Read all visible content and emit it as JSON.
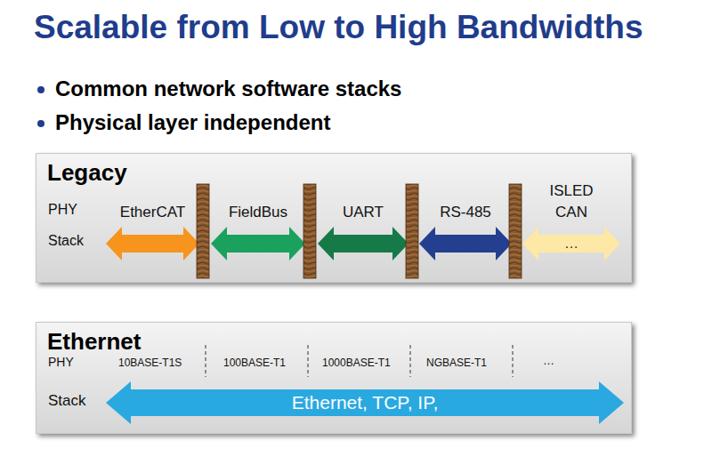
{
  "diagram": {
    "title": "Scalable from Low to High Bandwidths",
    "nodes": [
      {
        "text": [
          "Legacy"
        ]
      },
      {
        "text": [
          "EtherCAT"
        ],
        "in": 0
      },
      {
        "text": [
          "FieldBus"
        ],
        "in": 0
      },
      {
        "text": [
          "UART"
        ],
        "in": 0
      },
      {
        "text": [
          "RS-485"
        ],
        "in": 0
      },
      {
        "text": [
          "ISLED CAN",
          "…"
        ],
        "in": 0
      },
      {
        "text": [
          "Ethernet"
        ]
      },
      {
        "text": [
          "Ethernet, TCP, IP,"
        ],
        "in": 6
      }
    ],
    "labels": [
      "Common network software stacks",
      "Physical layer independent",
      "PHY",
      "Stack",
      "PHY",
      "Stack",
      "10BASE-T1S",
      "100BASE-T1",
      "1000BASE-T1",
      "NGBASE-T1",
      "…"
    ]
  }
}
